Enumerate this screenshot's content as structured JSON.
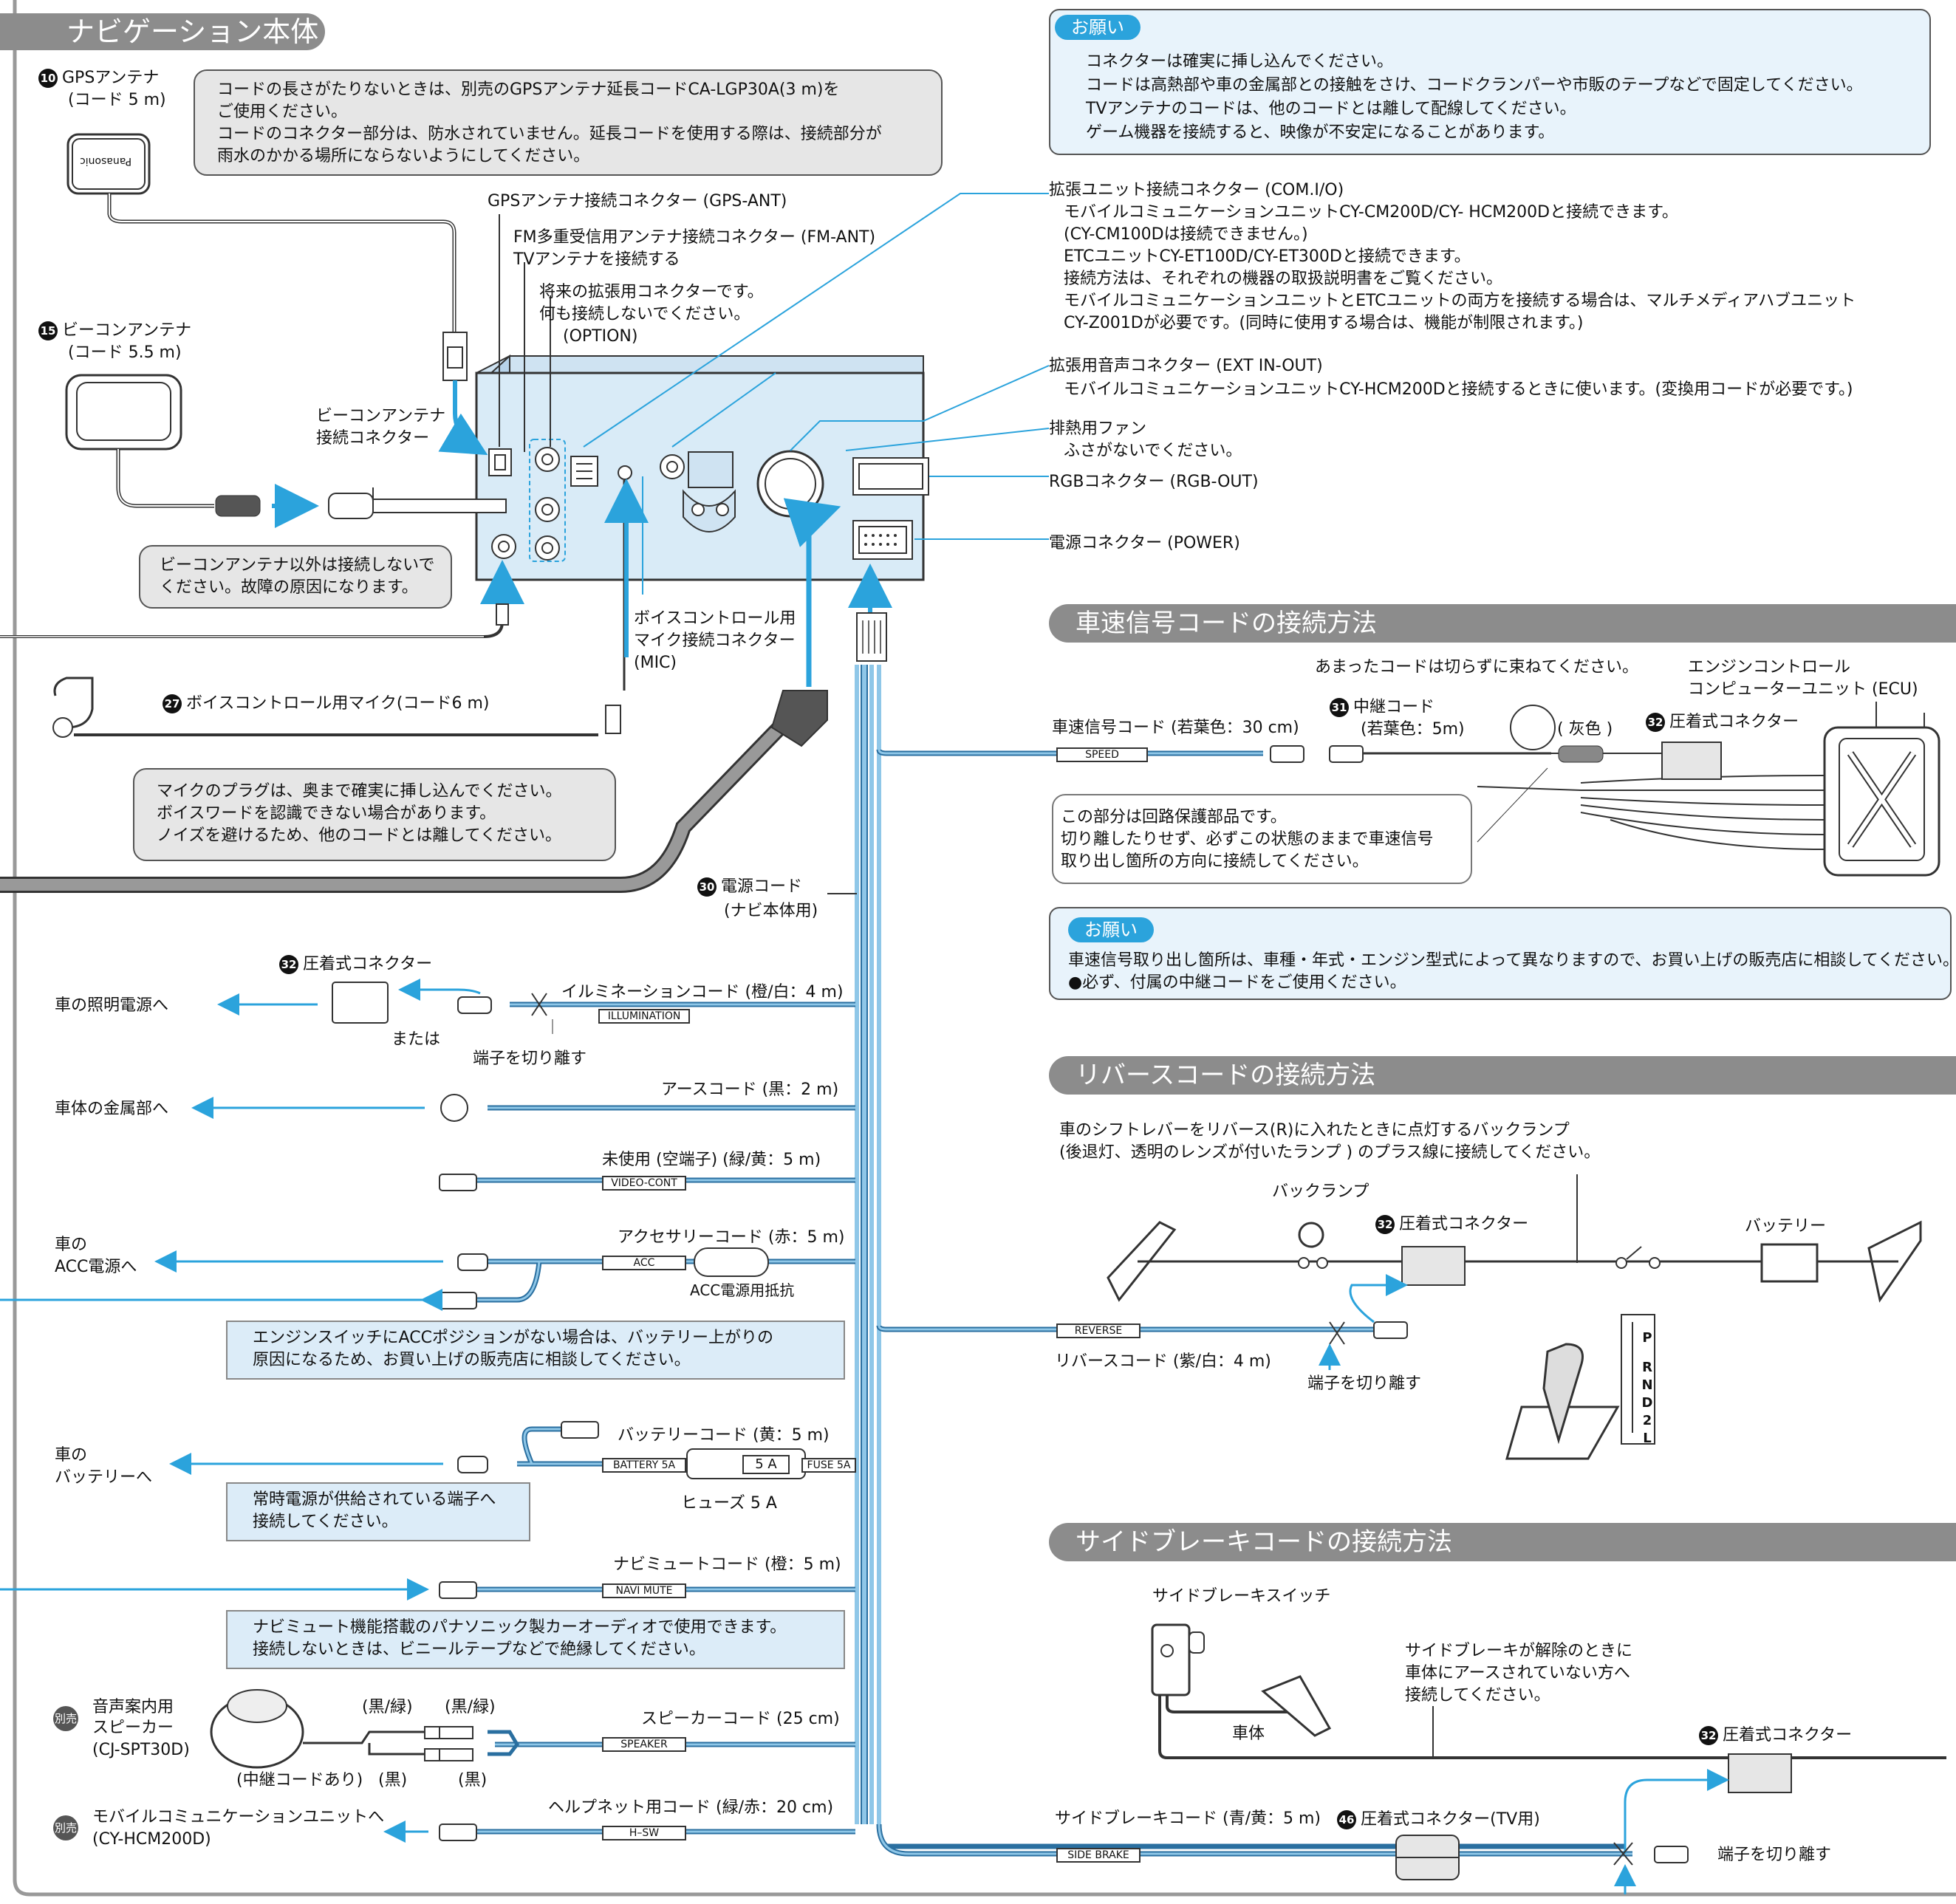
{
  "title": "ナビゲーション本体",
  "gps": {
    "num": "10",
    "name": "GPSアンテナ",
    "cord": "(コード 5 m)",
    "brand": "Panasonic",
    "note": [
      "コードの長さがたりないときは、別売のGPSアンテナ延長コードCA-LGP30A(3 m)を",
      "ご使用ください。",
      "コードのコネクター部分は、防水されていません。延長コードを使用する際は、接続部分が",
      "雨水のかかる場所にならないようにしてください。"
    ]
  },
  "beacon": {
    "num": "15",
    "name": "ビーコンアンテナ",
    "cord": "(コード 5.5 m)",
    "connector": [
      "ビーコンアンテナ",
      "接続コネクター"
    ],
    "note": [
      "ビーコンアンテナ以外は接続しないで",
      "ください。故障の原因になります。"
    ]
  },
  "top_labels": {
    "gps_ant": "GPSアンテナ接続コネクター (GPS-ANT)",
    "fm_ant": "FM多重受信用アンテナ接続コネクター (FM-ANT)",
    "tv_ant": "TVアンテナを接続する",
    "option": [
      "将来の拡張用コネクターです。",
      "何も接続しないでください。",
      "(OPTION)"
    ]
  },
  "mic": {
    "num": "27",
    "name": "ボイスコントロール用マイク(コード6 m)",
    "connector": [
      "ボイスコントロール用",
      "マイク接続コネクター",
      "(MIC)"
    ],
    "note": [
      "マイクのプラグは、奥まで確実に挿し込んでください。",
      "ボイスワードを認識できない場合があります。",
      "ノイズを避けるため、他のコードとは離してください。"
    ]
  },
  "request": {
    "label": "お願い",
    "lines": [
      "コネクターは確実に挿し込んでください。",
      "コードは高熱部や車の金属部との接触をさけ、コードクランパーや市販のテープなどで固定してください。",
      "TVアンテナのコードは、他のコードとは離して配線してください。",
      "ゲーム機器を接続すると、映像が不安定になることがあります。"
    ]
  },
  "right_labels": {
    "com": [
      "拡張ユニット接続コネクター (COM.I/O)",
      "モバイルコミュニケーションユニットCY-CM200D/CY- HCM200Dと接続できます。",
      "(CY-CM100Dは接続できません。)",
      "ETCユニットCY-ET100D/CY-ET300Dと接続できます。",
      "接続方法は、それぞれの機器の取扱説明書をご覧ください。",
      "モバイルコミュニケーションユニットとETCユニットの両方を接続する場合は、マルチメディアハブユニット",
      "CY-Z001Dが必要です。(同時に使用する場合は、機能が制限されます。)"
    ],
    "ext": [
      "拡張用音声コネクター (EXT IN-OUT)",
      "モバイルコミュニケーションユニットCY-HCM200Dと接続するときに使います。(変換用コードが必要です。)"
    ],
    "fan": [
      "排熱用ファン",
      "ふさがないでください。"
    ],
    "rgb": "RGBコネクター (RGB-OUT)",
    "power": "電源コネクター (POWER)"
  },
  "power_cord": {
    "num": "30",
    "label": [
      "電源コード",
      "(ナビ本体用)"
    ]
  },
  "cords": {
    "illum": {
      "label": "イルミネーションコード (橙/白：4 m)",
      "tag": "ILLUMINATION",
      "dest": "車の照明電源へ",
      "conn_num": "32",
      "conn": "圧着式コネクター",
      "or": "または",
      "cut": "端子を切り離す"
    },
    "earth": {
      "label": "アースコード (黒：2 m)",
      "dest": "車体の金属部へ"
    },
    "unused": {
      "label": "未使用 (空端子) (緑/黄：5 m)",
      "tag": "VIDEO-CONT"
    },
    "acc": {
      "label": "アクセサリーコード (赤：5 m)",
      "tag": "ACC",
      "resistor": "ACC電源用抵抗",
      "dest": [
        "車の",
        "ACC電源へ"
      ],
      "note": [
        "エンジンスイッチにACCポジションがない場合は、バッテリー上がりの",
        "原因になるため、お買い上げの販売店に相談してください。"
      ]
    },
    "battery": {
      "label": "バッテリーコード (黄：5 m)",
      "tag": "BATTERY 5A",
      "fuse_tag": "FUSE 5A",
      "fuse_val": "5 A",
      "fuse": "ヒューズ 5 A",
      "dest": [
        "車の",
        "バッテリーへ"
      ],
      "note": [
        "常時電源が供給されている端子へ",
        "接続してください。"
      ]
    },
    "navimute": {
      "label": "ナビミュートコード (橙：5 m)",
      "tag": "NAVI MUTE",
      "note": [
        "ナビミュート機能搭載のパナソニック製カーオーディオで使用できます。",
        "接続しないときは、ビニールテープなどで絶縁してください。"
      ]
    },
    "speaker": {
      "label": "スピーカーコード (25 cm)",
      "tag": "SPEAKER",
      "badge": "別売",
      "name": [
        "音声案内用",
        "スピーカー",
        "(CJ-SPT30D)"
      ],
      "bg1": "(黒/緑)",
      "bg2": "(黒/緑)",
      "relay": "(中継コードあり)",
      "b1": "(黒)",
      "b2": "(黒)"
    },
    "hsw": {
      "label": "ヘルプネット用コード (緑/赤：20 cm)",
      "tag": "H–SW",
      "badge": "別売",
      "dest": [
        "モバイルコミュニケーションユニットへ",
        "(CY-HCM200D)"
      ]
    }
  },
  "speed": {
    "header": "車速信号コードの接続方法",
    "extra": "あまったコードは切らずに束ねてください。",
    "relay_num": "31",
    "relay": [
      "中継コード",
      "(若葉色：5m)"
    ],
    "gray": "( 灰色 )",
    "ecu": [
      "エンジンコントロール",
      "コンピューターユニット (ECU)"
    ],
    "conn_num": "32",
    "conn": "圧着式コネクター",
    "cord": "車速信号コード (若葉色：30 cm)",
    "tag": "SPEED",
    "note": [
      "この部分は回路保護部品です。",
      "切り離したりせず、必ずこの状態のままで車速信号",
      "取り出し箇所の方向に接続してください。"
    ]
  },
  "request2": {
    "label": "お願い",
    "lines": [
      "車速信号取り出し箇所は、車種・年式・エンジン型式によって異なりますので、お買い上げの販売店に相談してください。",
      "●必ず、付属の中継コードをご使用ください。"
    ]
  },
  "reverse": {
    "header": "リバースコードの接続方法",
    "desc": [
      "車のシフトレバーをリバース(R)に入れたときに点灯するバックランプ",
      "(後退灯、透明のレンズが付いたランプ ) のプラス線に接続してください。"
    ],
    "lamp": "バックランプ",
    "conn_num": "32",
    "conn": "圧着式コネクター",
    "battery": "バッテリー",
    "tag": "REVERSE",
    "cord": "リバースコード (紫/白：4 m)",
    "cut": "端子を切り離す",
    "gears": [
      "P",
      "R",
      "N",
      "D",
      "2",
      "L"
    ]
  },
  "brake": {
    "header": "サイドブレーキコードの接続方法",
    "switch": "サイドブレーキスイッチ",
    "note": [
      "サイドブレーキが解除のときに",
      "車体にアースされていない方へ",
      "接続してください。"
    ],
    "body": "車体",
    "conn_num": "32",
    "conn": "圧着式コネクター",
    "cord": "サイドブレーキコード (青/黄：5 m)",
    "tag": "SIDE BRAKE",
    "tv_num": "46",
    "tv_conn": "圧着式コネクター(TV用)",
    "cut": "端子を切り離す"
  },
  "colors": {
    "blue": "#2ba3dc",
    "wire": "#6fb6e0",
    "gray": "#8c8c8c"
  }
}
